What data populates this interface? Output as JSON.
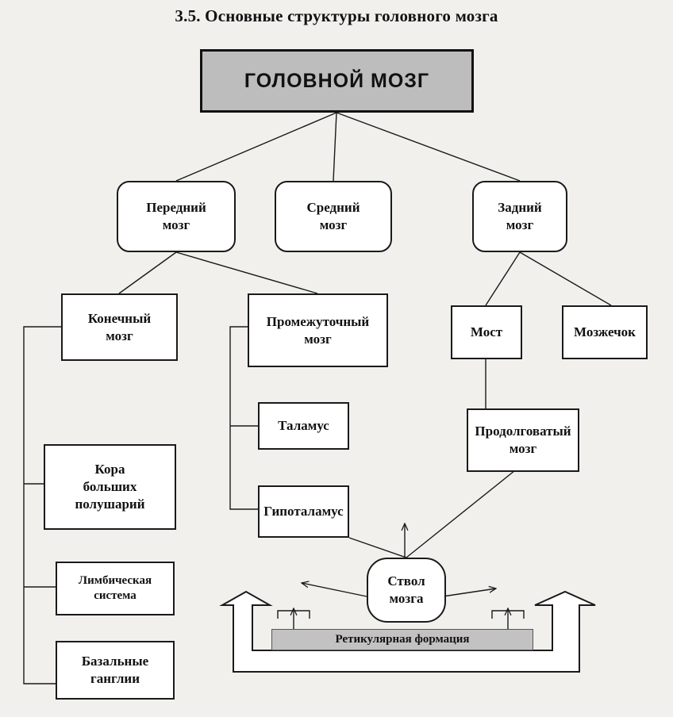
{
  "title": "3.5. Основные структуры головного мозга",
  "nodes": {
    "root": "ГОЛОВНОЙ МОЗГ",
    "forebrain": "Передний\nмозг",
    "midbrain": "Средний\nмозг",
    "hindbrain": "Задний\nмозг",
    "telencephalon": "Конечный\nмозг",
    "diencephalon": "Промежуточный\nмозг",
    "pons": "Мост",
    "cerebellum": "Мозжечок",
    "thalamus": "Таламус",
    "medulla": "Продолговатый\nмозг",
    "cortex": "Кора\nбольших\nполушарий",
    "hypothalamus": "Гипоталамус",
    "limbic": "Лимбическая\nсистема",
    "brainstem": "Ствол\nмозга",
    "basal_ganglia": "Базальные\nганглии",
    "reticular": "Ретикулярная формация"
  },
  "colors": {
    "line": "#1a1a1a",
    "root_fill": "#bdbdbd",
    "reticular_fill": "#c2c2c2",
    "paper": "#f1f0ec"
  }
}
